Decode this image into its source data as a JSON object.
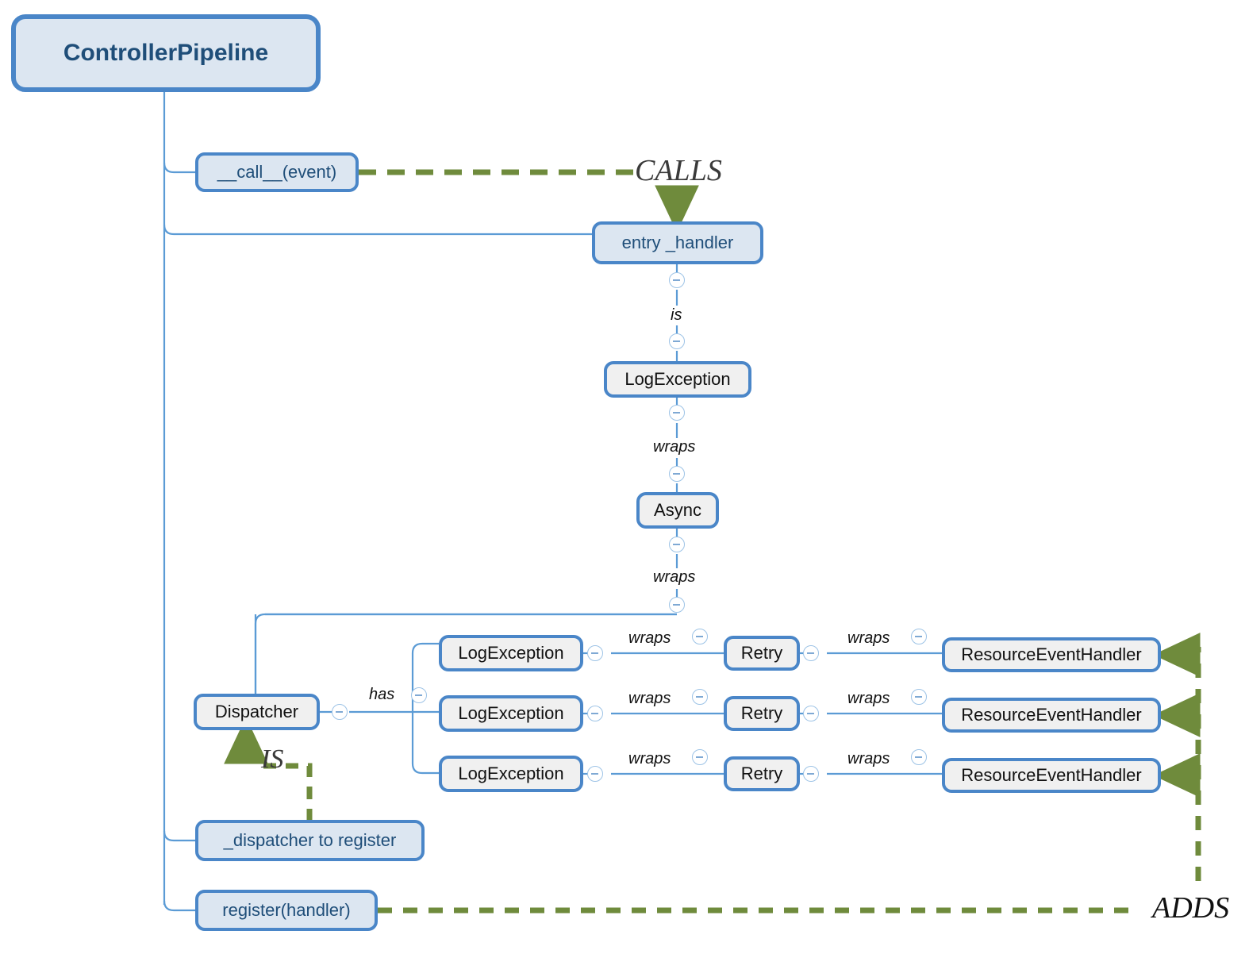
{
  "diagram": {
    "title": "ControllerPipeline",
    "root": {
      "label": "ControllerPipeline"
    },
    "methods": [
      {
        "label": "__call__(event)"
      },
      {
        "label": "entry _handler"
      },
      {
        "label": "_dispatcher to register"
      },
      {
        "label": "register(handler)"
      }
    ],
    "chain": [
      {
        "label": "LogException"
      },
      {
        "label": "Async"
      }
    ],
    "dispatcher": {
      "label": "Dispatcher"
    },
    "handler_rows": [
      {
        "log": "LogException",
        "retry": "Retry",
        "resource": "ResourceEventHandler"
      },
      {
        "log": "LogException",
        "retry": "Retry",
        "resource": "ResourceEventHandler"
      },
      {
        "log": "LogException",
        "retry": "Retry",
        "resource": "ResourceEventHandler"
      }
    ],
    "relations": {
      "is": "is",
      "wraps": "wraps",
      "has": "has"
    },
    "annotations": {
      "calls": "CALLS",
      "is_upper": "IS",
      "adds": "ADDS"
    },
    "colors": {
      "node_border": "#4a86c8",
      "node_fill_gray": "#f0f0f0",
      "node_fill_blue": "#dce6f1",
      "node_text_blue": "#1f4e79",
      "connector": "#5b9bd5",
      "accent_green": "#6f8b3c"
    },
    "icons": {
      "collapse": "collapse-toggle-icon"
    }
  }
}
